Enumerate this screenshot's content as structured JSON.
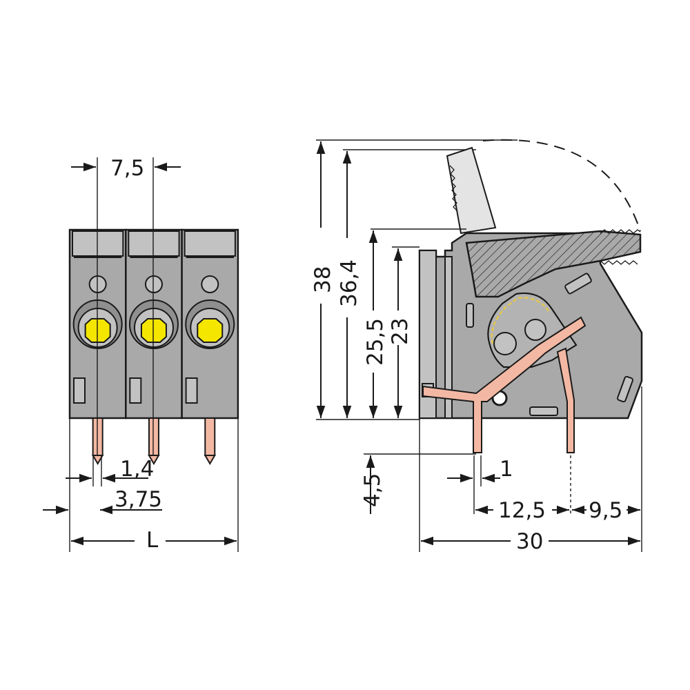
{
  "diagram": {
    "colors": {
      "housing": "#a9a9a9",
      "housing_light": "#c2c2c2",
      "pin": "#f3b8a3",
      "button": "#f5e600",
      "line": "#1a1a1a"
    },
    "front_view": {
      "pole_count": 3,
      "dimensions": {
        "pitch": "7,5",
        "pin_width": "1,4",
        "edge_offset": "3,75",
        "length": "L"
      }
    },
    "side_view": {
      "dimensions": {
        "height_total": "38",
        "height_lever": "36,4",
        "height_housing": "25,5",
        "height_body": "23",
        "pin_length": "4,5",
        "pin_thickness": "1",
        "pin_spacing": "12,5",
        "rear_offset": "9,5",
        "depth": "30"
      }
    }
  }
}
